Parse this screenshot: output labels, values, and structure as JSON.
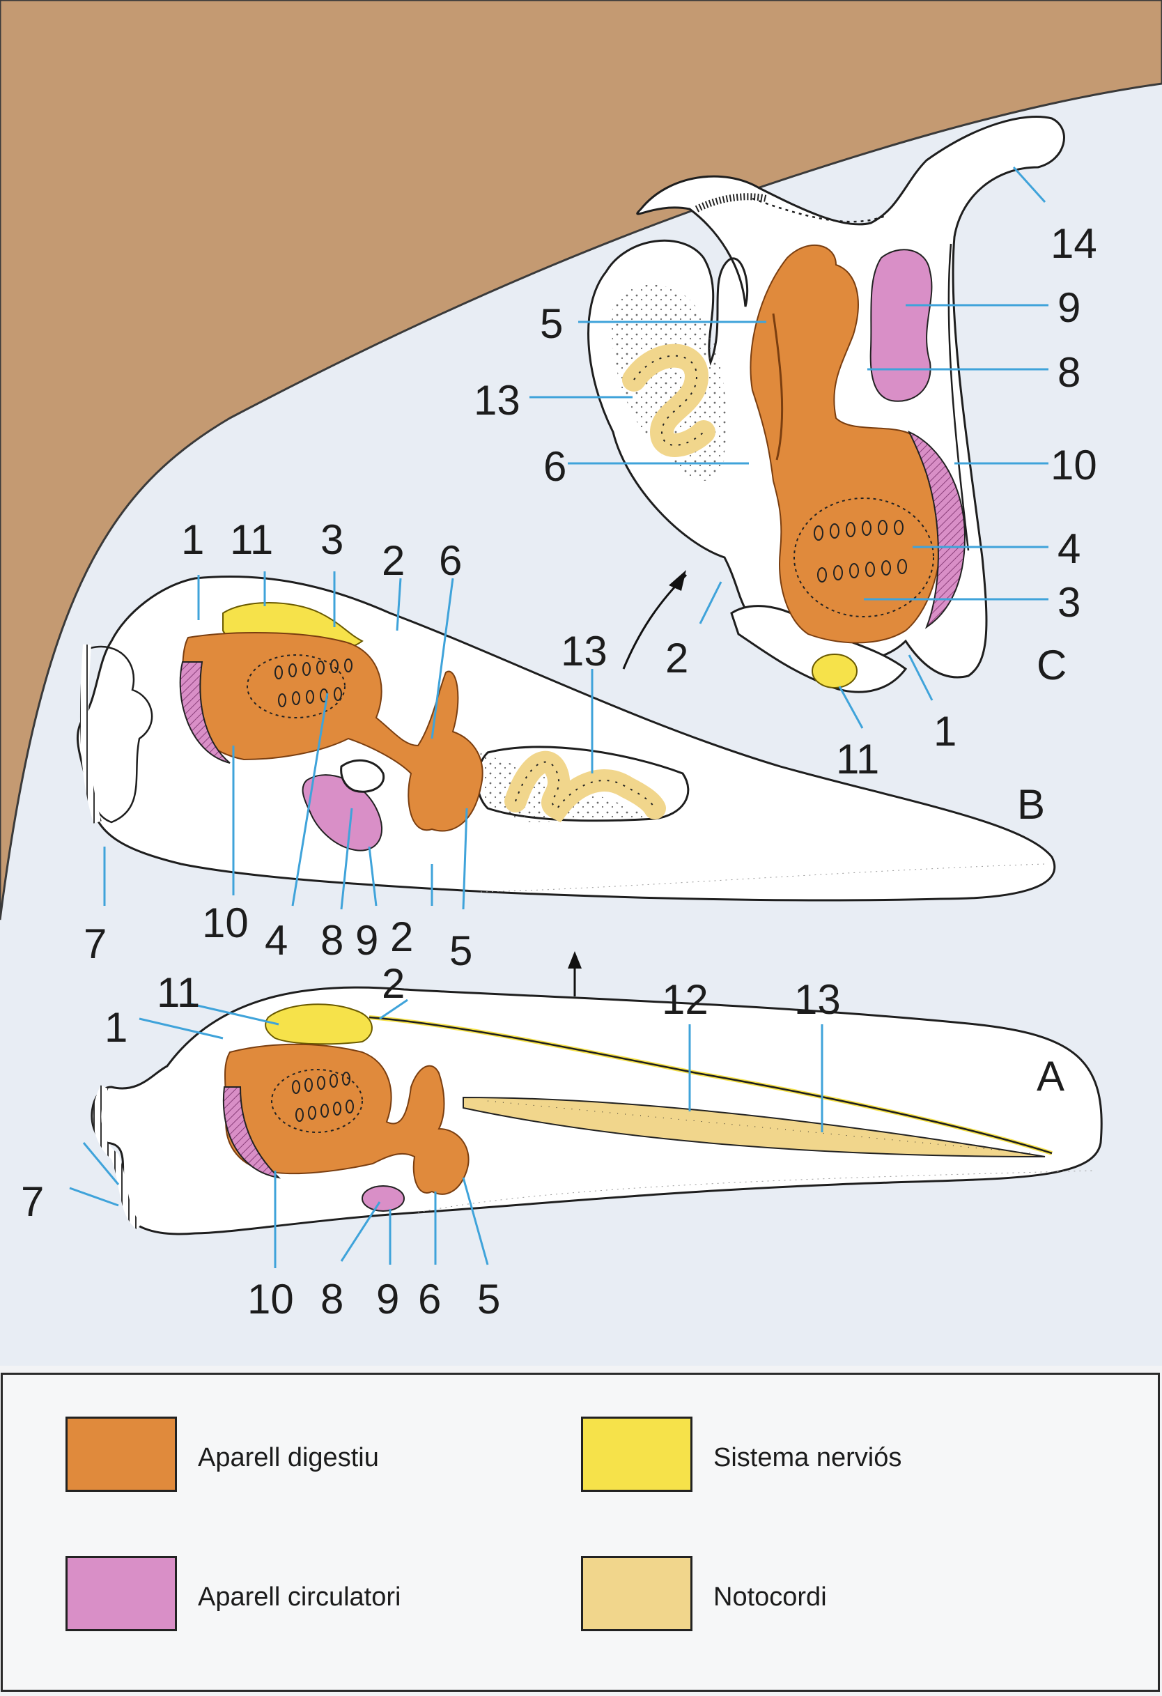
{
  "colors": {
    "background_land": "#c49a72",
    "background_water": "#e8edf4",
    "digestive": "#e08a3c",
    "circulatory": "#d98fc7",
    "nervous": "#f6e24a",
    "notochord": "#f1d68c",
    "leader_line": "#3fa3da"
  },
  "diagram": {
    "stage_labels": {
      "a": "A",
      "b": "B",
      "c": "C"
    },
    "stage_c_labels": {
      "n14": "14",
      "n9": "9",
      "n8": "8",
      "n10": "10",
      "n4": "4",
      "n3": "3",
      "n1": "1",
      "n11": "11",
      "n2": "2",
      "n5": "5",
      "n13": "13",
      "n6": "6"
    },
    "stage_b_labels": {
      "n1": "1",
      "n11": "11",
      "n3": "3",
      "n2": "2",
      "n6": "6",
      "n13": "13",
      "n7": "7",
      "n10": "10",
      "n4": "4",
      "n8": "8",
      "n9": "9",
      "n2b": "2",
      "n5": "5"
    },
    "stage_a_labels": {
      "n11": "11",
      "n1": "1",
      "n12": "12",
      "n13": "13",
      "n7": "7",
      "n10": "10",
      "n8": "8",
      "n9": "9",
      "n6": "6",
      "n5": "5"
    }
  },
  "legend": {
    "items": [
      {
        "label": "Aparell digestiu",
        "color": "#e08a3c"
      },
      {
        "label": "Sistema nerviós",
        "color": "#f6e24a"
      },
      {
        "label": "Aparell circulatori",
        "color": "#d98fc7"
      },
      {
        "label": "Notocordi",
        "color": "#f1d68c"
      }
    ]
  }
}
